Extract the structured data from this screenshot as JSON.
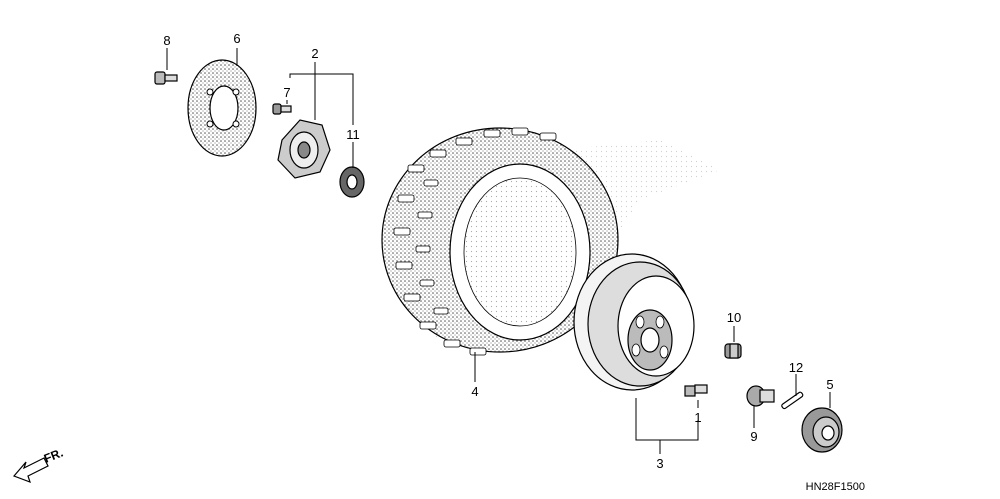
{
  "diagram_code": "HN28F1500",
  "direction_label": "FR.",
  "callouts": {
    "c1": "1",
    "c2": "2",
    "c3": "3",
    "c4": "4",
    "c5": "5",
    "c6": "6",
    "c7": "7",
    "c8": "8",
    "c9": "9",
    "c10": "10",
    "c11": "11",
    "c12": "12"
  }
}
